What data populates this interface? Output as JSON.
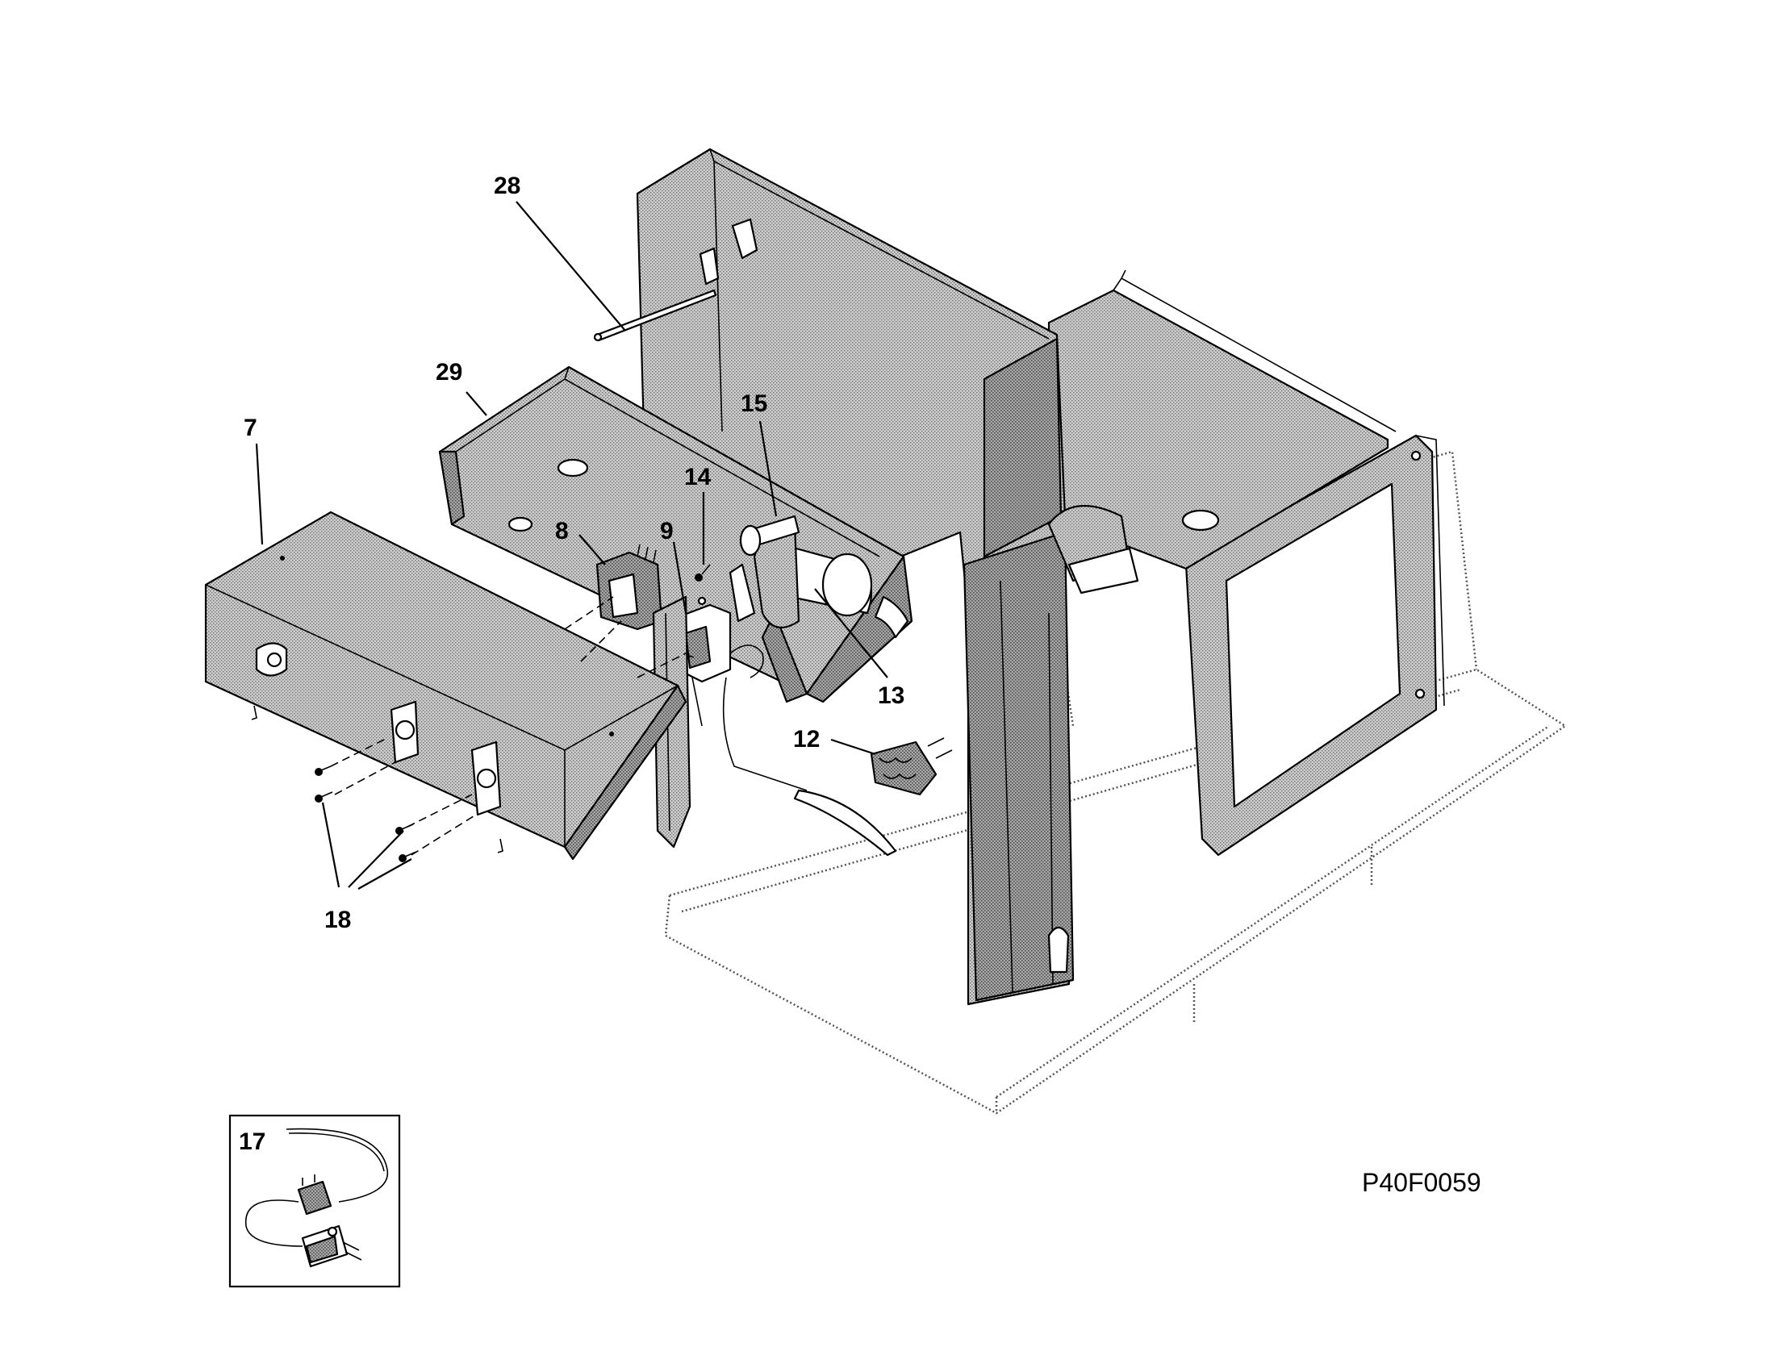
{
  "callouts": [
    {
      "id": "28",
      "label": "28"
    },
    {
      "id": "29",
      "label": "29"
    },
    {
      "id": "7",
      "label": "7"
    },
    {
      "id": "15",
      "label": "15"
    },
    {
      "id": "14",
      "label": "14"
    },
    {
      "id": "8",
      "label": "8"
    },
    {
      "id": "9",
      "label": "9"
    },
    {
      "id": "13",
      "label": "13"
    },
    {
      "id": "12",
      "label": "12"
    },
    {
      "id": "18",
      "label": "18"
    },
    {
      "id": "17",
      "label": "17"
    }
  ],
  "drawing_code": "P40F0059",
  "colors": {
    "line": "#000000",
    "stipple": "#9a9a9a",
    "background": "#ffffff"
  }
}
